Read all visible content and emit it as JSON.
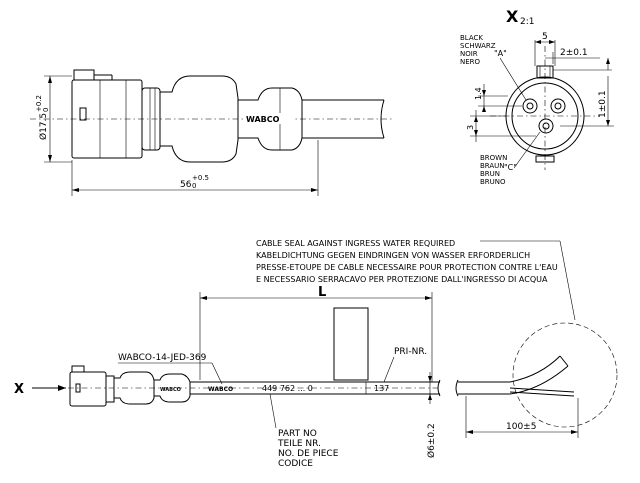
{
  "top_view": {
    "diameter_label": "Ø17.5",
    "diameter_tol_upper": "+0.2",
    "diameter_tol_lower": "0",
    "length_label": "56",
    "length_tol_upper": "+0.5",
    "length_tol_lower": "0",
    "brand": "WABCO"
  },
  "detail_view": {
    "title": "X",
    "scale": "2:1",
    "black_labels": [
      "BLACK",
      "SCHWARZ",
      "NOIR",
      "NERO"
    ],
    "pin_a": "\"A\"",
    "pin_c": "\"C\"",
    "brown_labels": [
      "BROWN",
      "BRAUN",
      "BRUN",
      "BRUNO"
    ],
    "dim_5": "5",
    "dim_2": "2±0.1",
    "dim_1_4": "1.4",
    "dim_3": "3",
    "dim_1": "1±0.1"
  },
  "bottom_view": {
    "cable_seal_lines": [
      "CABLE SEAL AGAINST INGRESS WATER REQUIRED",
      "KABELDICHTUNG GEGEN EINDRINGEN VON WASSER ERFORDERLICH",
      "PRESSE-ETOUPE DE CABLE NECESSAIRE POUR PROTECTION CONTRE L'EAU",
      "E NECESSARIO SERRACAVO PER PROTEZIONE DALL'INGRESSO DI ACQUA"
    ],
    "length_label": "L",
    "connector_label": "WABCO-14-JED-369",
    "pri_label": "PRI-NR.",
    "x_arrow_label": "X",
    "sleeve_brand": "WABCO",
    "part_number": "449 762 ... 0",
    "pri_number": "137",
    "part_no_lines": [
      "PART NO",
      "TEILE NR.",
      "NO. DE PIECE",
      "CODICE"
    ],
    "cable_dia": "Ø6±0.2",
    "strip_length": "100±5"
  }
}
